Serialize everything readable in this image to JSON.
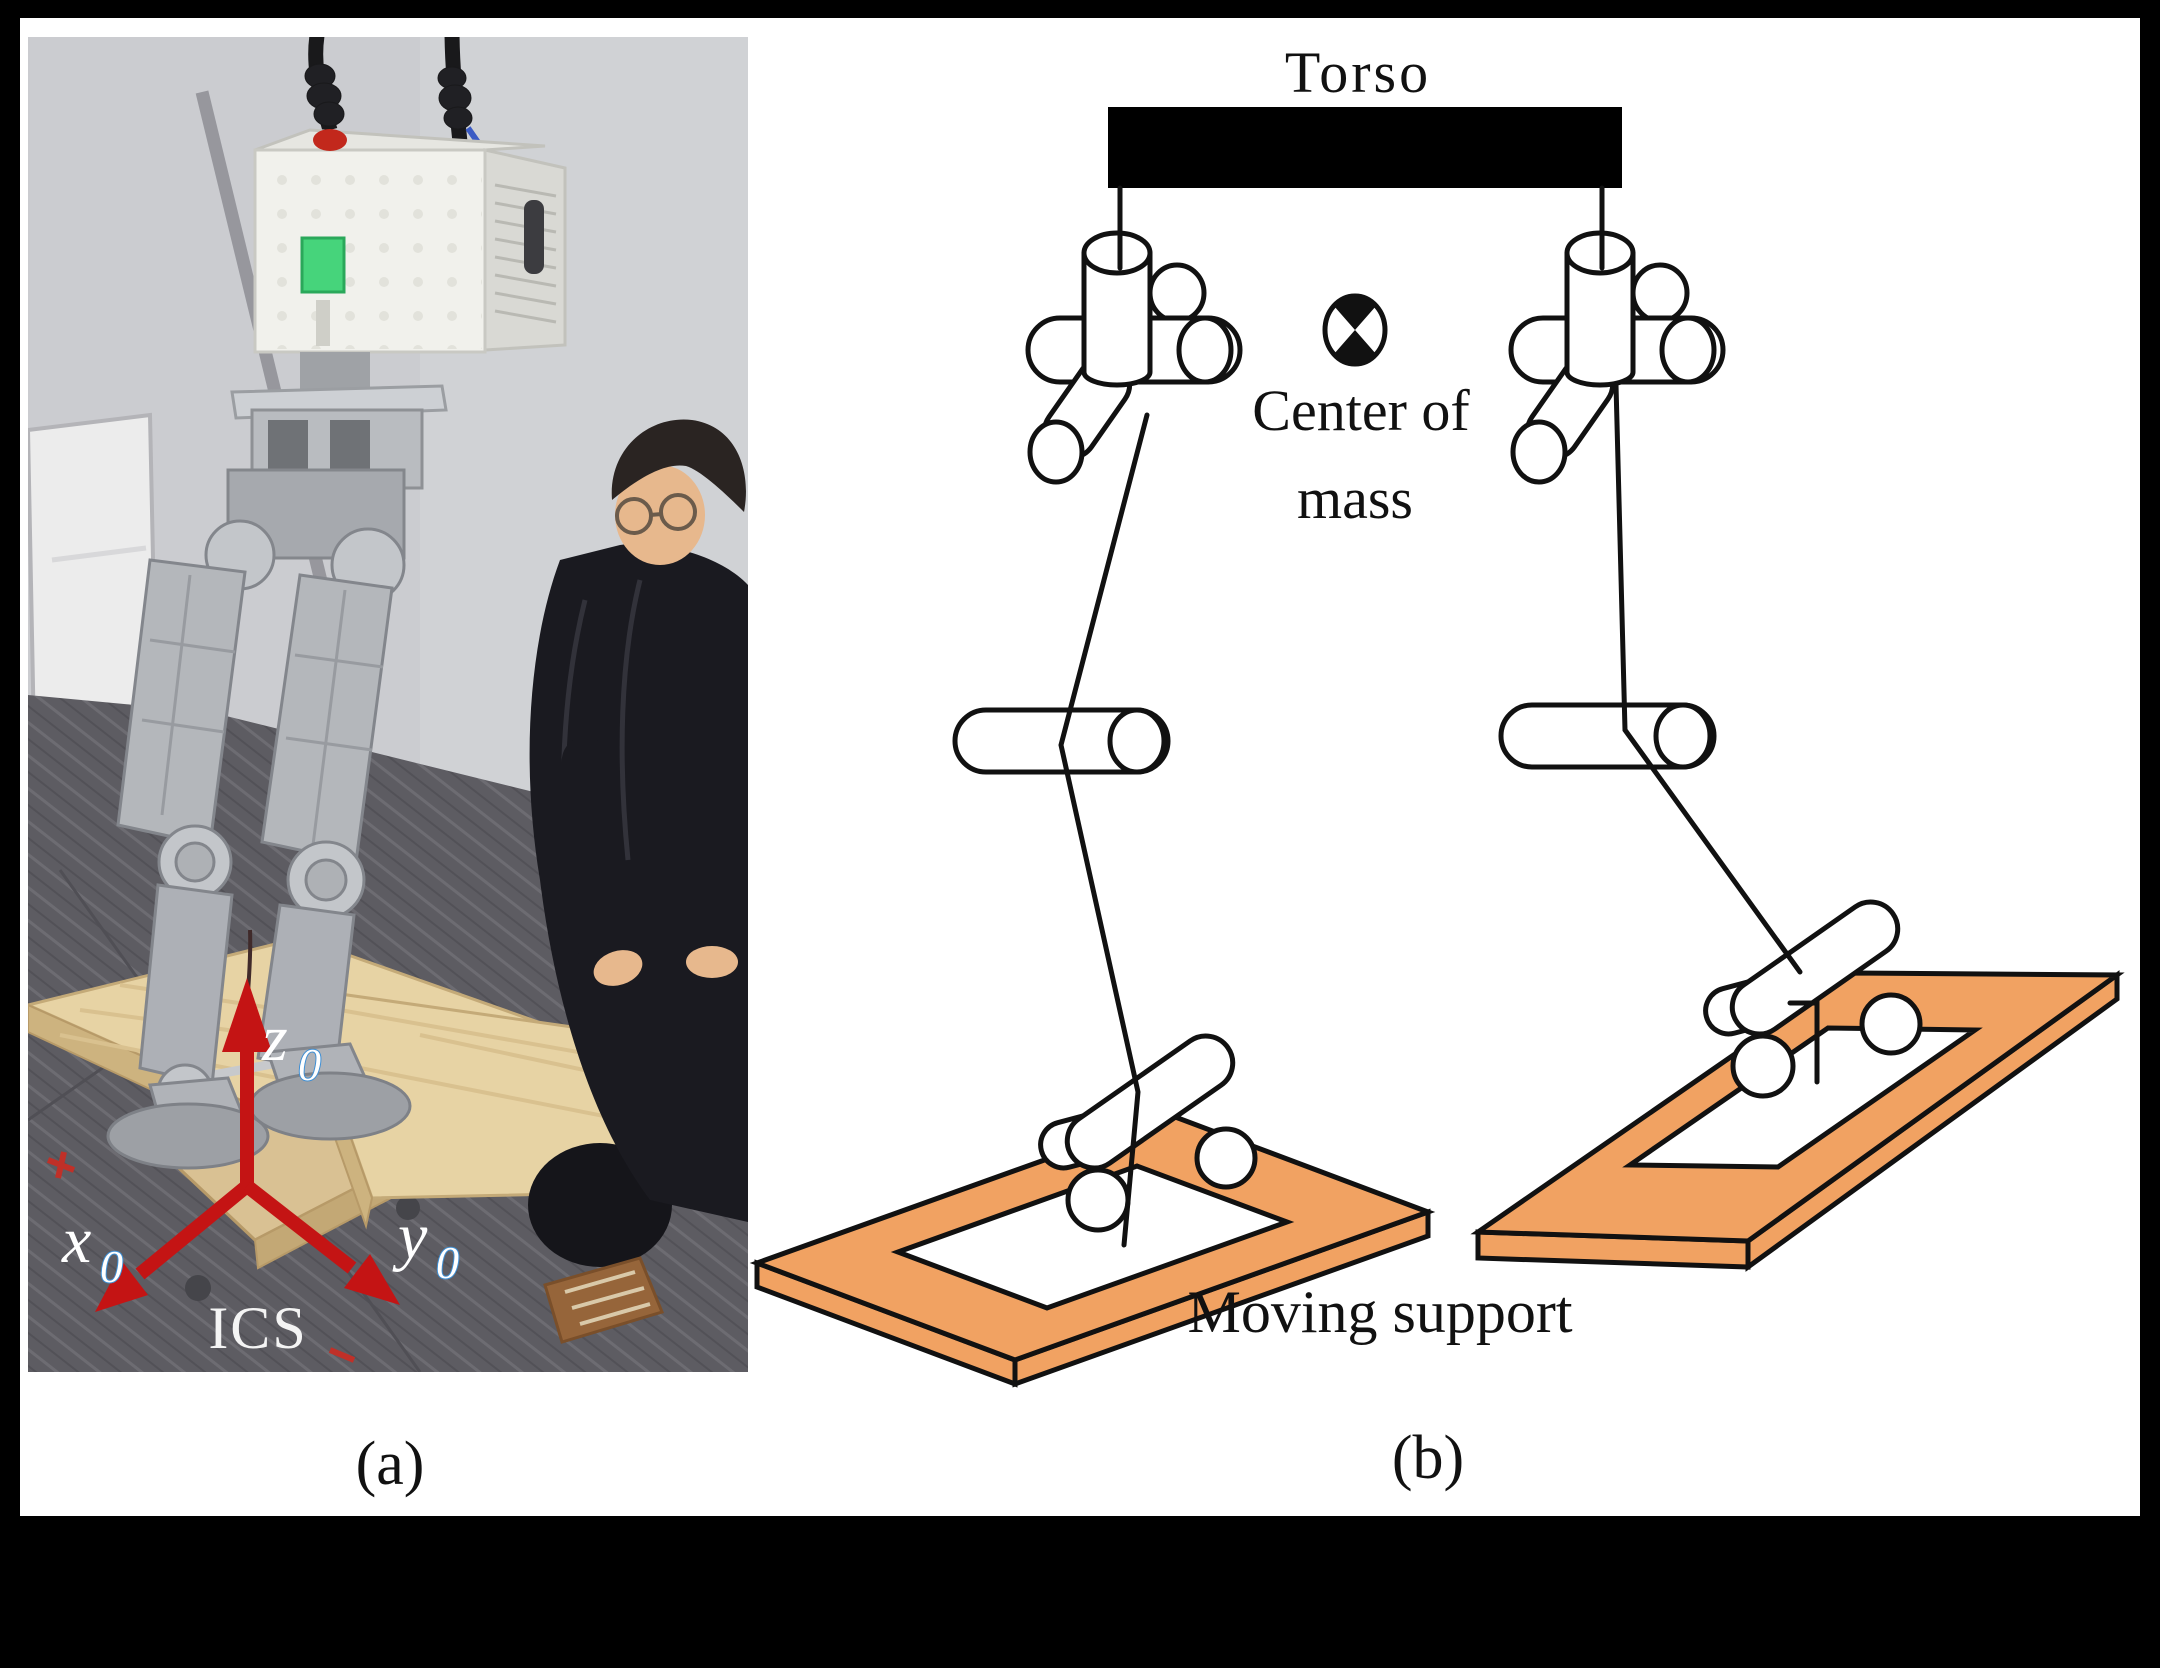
{
  "figure": {
    "frame_color": "#000000",
    "page_color": "#ffffff",
    "panel_a": {
      "caption": "(a)",
      "axes": {
        "x": "x",
        "y": "y",
        "z": "z",
        "sub": "0",
        "frame_label": "ICS",
        "arrow_color": "#c41414",
        "label_color": "#ffffff",
        "sub_outline": "#3f8fd4"
      },
      "scene": {
        "wall": "#cbccd0",
        "carpet": "#5d5c62",
        "wood": "#e7d3a4",
        "wood_dark": "#cdb37f",
        "metal": "#b6b9bd",
        "metal_dark": "#85888e",
        "head": "#f1f1ec",
        "head_side": "#d9d9d4",
        "screen_green": "#46d47b",
        "button_red": "#c2281c",
        "cable_black": "#19191b",
        "cable_yellow": "#d9b96a",
        "skin": "#e7b88d",
        "hoodie": "#1a1a20",
        "hair": "#2a2422",
        "shoe": "#96653a",
        "whiteboard": "#ececec",
        "marker_red": "#c03028"
      }
    },
    "panel_b": {
      "caption": "(b)",
      "torso_label": "Torso",
      "com_label_line1": "Center of",
      "com_label_line2": "mass",
      "support_label": "Moving support",
      "colors": {
        "platform": "#f1a262",
        "outline": "#111111",
        "torso_fill": "#000000"
      }
    }
  }
}
